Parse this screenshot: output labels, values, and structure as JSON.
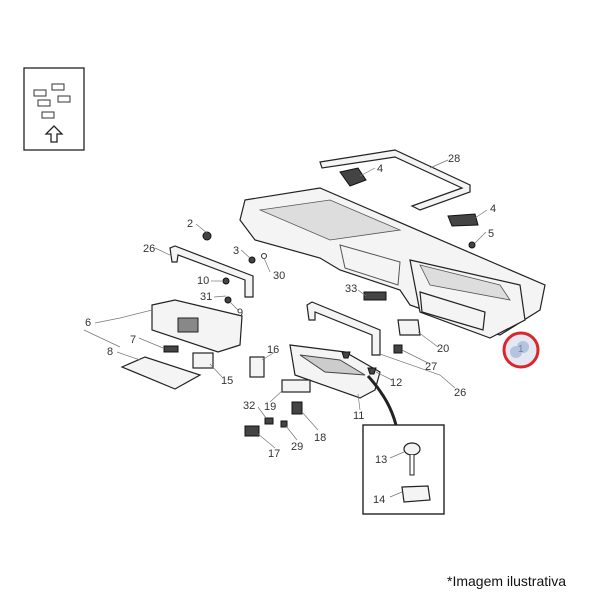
{
  "callouts": [
    "28",
    "4",
    "4",
    "2",
    "5",
    "26",
    "3",
    "30",
    "10",
    "31",
    "9",
    "33",
    "6",
    "7",
    "8",
    "16",
    "20",
    "1",
    "27",
    "15",
    "12",
    "19",
    "32",
    "11",
    "26",
    "18",
    "29",
    "17",
    "13",
    "14"
  ],
  "highlight_color": "#d9262b",
  "footer_note": "*Imagem ilustrativa"
}
